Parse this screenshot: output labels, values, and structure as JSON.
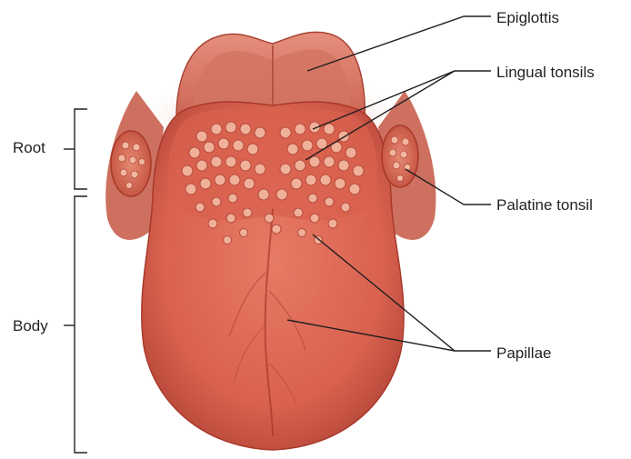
{
  "figure": {
    "colors": {
      "tongue": "#d9624f",
      "tongue_light": "#ec9a82",
      "tongue_dark": "#a8392a",
      "papilla": "#f2b7a0",
      "line": "#231f20"
    }
  },
  "labels": {
    "epiglottis": "Epiglottis",
    "lingual_tonsils": "Lingual tonsils",
    "palatine_tonsil": "Palatine tonsil",
    "papillae": "Papillae",
    "root": "Root",
    "body": "Body"
  }
}
